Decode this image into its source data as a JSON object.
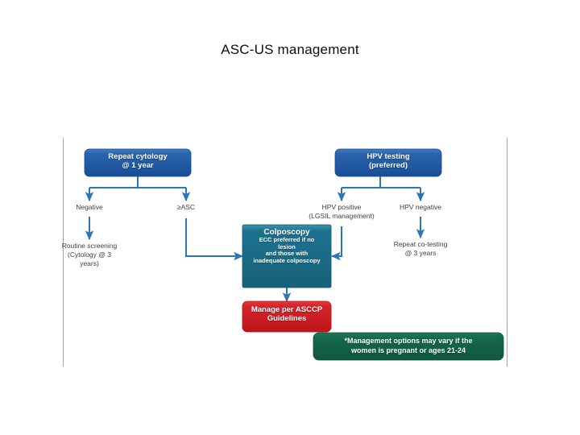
{
  "slide": {
    "title": "ASC-US management",
    "background_color": "#ffffff"
  },
  "colors": {
    "blue_box": "#1f5bab",
    "blue_box_dark": "#14478c",
    "teal_box": "#1a6e89",
    "teal_box_light": "#2f8aa3",
    "red_box": "#d8232a",
    "red_box_dark": "#b31318",
    "green_box": "#15694a",
    "green_box_dark": "#0f5239",
    "arrow": "#2e75b6",
    "frame_rule": "#a6a6a6",
    "plain_text": "#404040",
    "title_text": "#0d0d0d"
  },
  "flowchart": {
    "nodes": {
      "repeat_cytology": {
        "label": "Repeat cytology\n@ 1 year",
        "line1": "Repeat cytology",
        "line2": "@ 1 year",
        "style": "blue"
      },
      "hpv_testing": {
        "label": "HPV testing\n(preferred)",
        "line1": "HPV testing",
        "line2": "(preferred)",
        "style": "blue"
      },
      "branch_negative": {
        "label": "Negative",
        "style": "plain"
      },
      "branch_asc": {
        "label": "≥ASC",
        "style": "plain"
      },
      "branch_hpv_positive": {
        "line1": "HPV positive",
        "line2": "(LGSIL management)",
        "style": "plain"
      },
      "branch_hpv_negative": {
        "label": "HPV negative",
        "style": "plain"
      },
      "routine_screening": {
        "line1": "Routine screening",
        "line2": "(Cytology @ 3",
        "line3": "years)",
        "style": "plain"
      },
      "repeat_cotesting": {
        "line1": "Repeat co-testing",
        "line2": "@ 3 years",
        "style": "plain"
      },
      "colposcopy": {
        "title": "Colposcopy",
        "sub_line1": "ECC preferred if no",
        "sub_line2": "lesion",
        "sub_line3": "and those with",
        "sub_line4": "inadequate colposcopy",
        "style": "teal"
      },
      "manage_asccp": {
        "line1": "Manage per ASCCP",
        "line2": "Guidelines",
        "style": "red"
      },
      "footnote": {
        "line1": "*Management options  may vary if the",
        "line2": "women is pregnant or ages 21-24",
        "style": "green"
      }
    },
    "edges": [
      {
        "from": "repeat_cytology",
        "to": "branch_negative",
        "label": ""
      },
      {
        "from": "repeat_cytology",
        "to": "branch_asc",
        "label": ""
      },
      {
        "from": "branch_negative",
        "to": "routine_screening",
        "label": ""
      },
      {
        "from": "branch_asc",
        "to": "colposcopy",
        "label": ""
      },
      {
        "from": "hpv_testing",
        "to": "branch_hpv_positive",
        "label": ""
      },
      {
        "from": "hpv_testing",
        "to": "branch_hpv_negative",
        "label": ""
      },
      {
        "from": "branch_hpv_positive",
        "to": "colposcopy",
        "label": ""
      },
      {
        "from": "branch_hpv_negative",
        "to": "repeat_cotesting",
        "label": ""
      },
      {
        "from": "colposcopy",
        "to": "manage_asccp",
        "label": ""
      }
    ]
  }
}
